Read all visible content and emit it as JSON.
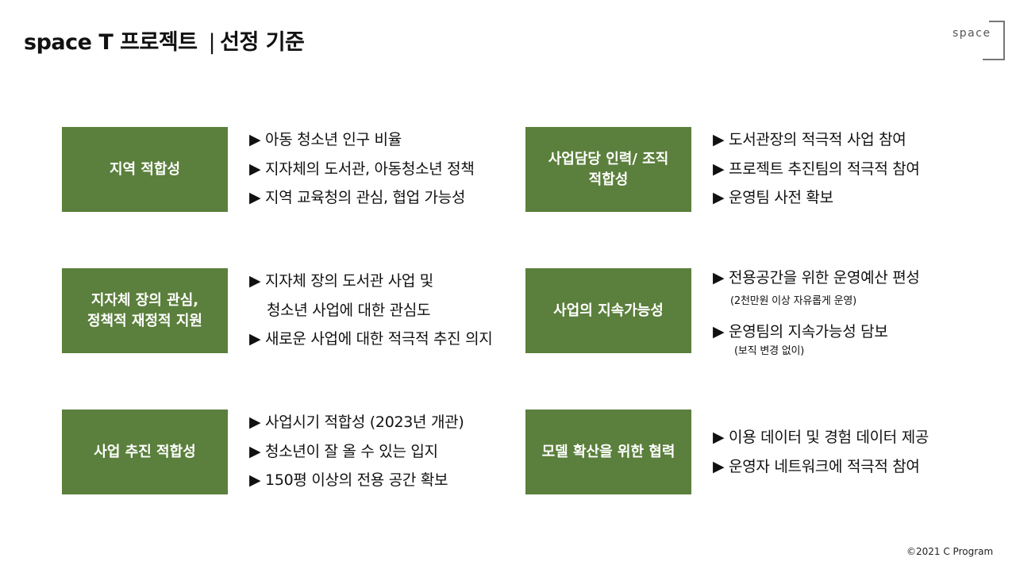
{
  "header": {
    "title_main": "space T 프로젝트",
    "title_sep": "|",
    "title_sub": "선정 기준"
  },
  "logo": {
    "text": "space"
  },
  "criteria": [
    {
      "label": "지역 적합성",
      "items": [
        "▶ 아동 청소년 인구 비율",
        "▶ 지자체의 도서관, 아동청소년 정책",
        "▶ 지역 교육청의 관심, 협업 가능성"
      ]
    },
    {
      "label": "사업담당 인력/ 조직\n적합성",
      "items": [
        "▶ 도서관장의 적극적 사업 참여",
        "▶ 프로젝트 추진팀의 적극적 참여",
        "▶ 운영팀 사전 확보"
      ]
    },
    {
      "label": "지자체 장의 관심,\n정책적 재정적 지원",
      "items": [
        "▶ 지자체 장의 도서관 사업 및",
        "청소년 사업에 대한 관심도",
        "▶ 새로운 사업에 대한 적극적 추진 의지"
      ]
    },
    {
      "label": "사업의 지속가능성",
      "items": [
        "▶ 전용공간을 위한 운영예산 편성",
        "▶ 운영팀의 지속가능성 담보"
      ],
      "notes": [
        "(2천만원 이상 자유롭게 운영)",
        "(보직 변경 없이)"
      ]
    },
    {
      "label": "사업 추진 적합성",
      "items": [
        "▶ 사업시기 적합성 (2023년 개관)",
        "▶ 청소년이 잘 올 수 있는 입지",
        "▶ 150평 이상의 전용 공간 확보"
      ]
    },
    {
      "label": "모델 확산을 위한 협력",
      "items": [
        "▶ 이용 데이터 및 경험 데이터 제공",
        "▶ 운영자 네트워크에 적극적 참여"
      ]
    }
  ],
  "footer": {
    "copyright": "©2021 C Program"
  },
  "colors": {
    "box_fill": "#5b7f3c",
    "text": "#111111",
    "logo_stroke": "#777777"
  }
}
